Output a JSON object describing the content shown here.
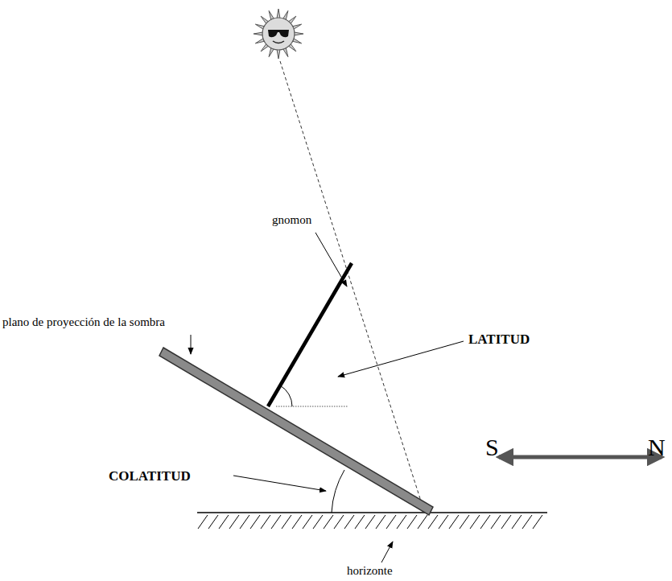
{
  "diagram": {
    "labels": [
      "gnomon",
      "plano de proyección de la sombra",
      "LATITUD",
      "COLATITUD",
      "horizonte",
      "S",
      "N"
    ]
  }
}
